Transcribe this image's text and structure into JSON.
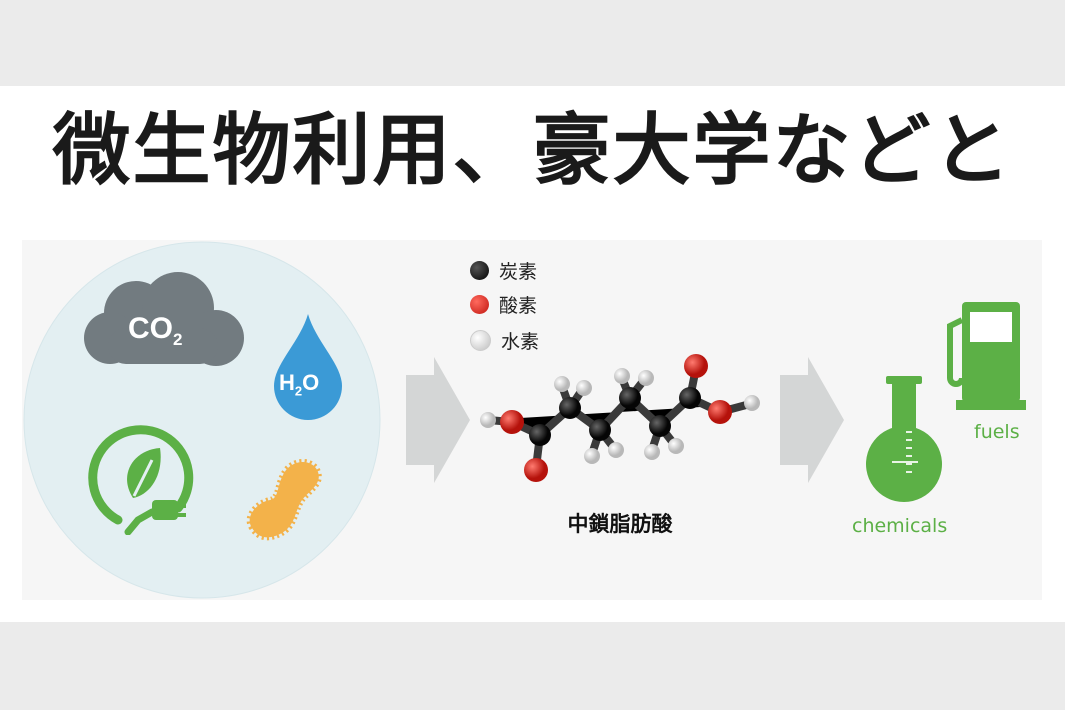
{
  "headline": "微生物利用、豪大学などと",
  "diagram": {
    "inputs": {
      "co2_prefix": "CO",
      "co2_sub": "2",
      "h2o_h": "H",
      "h2o_sub": "2",
      "h2o_o": "O"
    },
    "legend": [
      {
        "label": "炭素",
        "color": "#111111"
      },
      {
        "label": "酸素",
        "color": "#d8231d"
      },
      {
        "label": "水素",
        "color": "#f3f3f3"
      }
    ],
    "molecule_label": "中鎖脂肪酸",
    "outputs": {
      "fuels": "fuels",
      "chemicals": "chemicals"
    },
    "colors": {
      "green": "#5cb046",
      "cloud": "#727b80",
      "drop": "#3b9ad6",
      "microbe": "#f3b24a",
      "arrow": "#d4d6d6",
      "circle": "#e3eff2"
    }
  }
}
